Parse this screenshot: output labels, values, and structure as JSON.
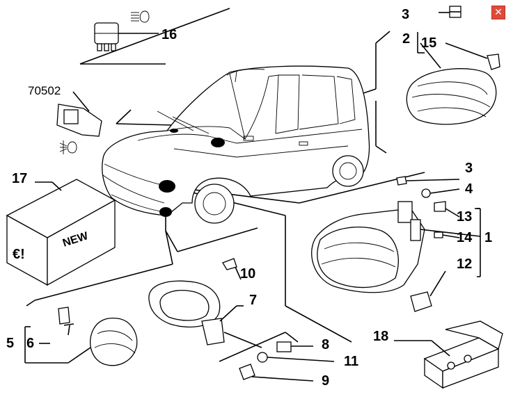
{
  "close_glyph": "✕",
  "callouts": {
    "c1": "1",
    "c2": "2",
    "c3a": "3",
    "c3b": "3",
    "c4": "4",
    "c5": "5",
    "c6": "6",
    "c7": "7",
    "c8": "8",
    "c9": "9",
    "c10": "10",
    "c11": "11",
    "c12": "12",
    "c13": "13",
    "c14": "14",
    "c15": "15",
    "c16": "16",
    "c17": "17",
    "c18": "18",
    "code": "70502"
  },
  "box_texts": {
    "new": "NEW",
    "euro": "€!"
  },
  "icons": [
    "headlight-symbol-icon",
    "fog-light-symbol-icon",
    "close-icon"
  ]
}
